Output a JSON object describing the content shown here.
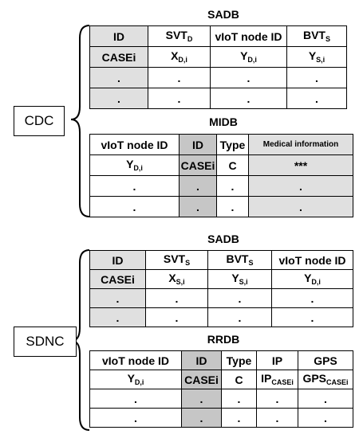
{
  "cdc": {
    "label": "CDC",
    "sadb": {
      "title": "SADB",
      "header": [
        "ID",
        "SVT_D",
        "vIoT node ID",
        "BVT_S"
      ],
      "row1": [
        "CASEi",
        "X_D,i",
        "Y_D,i",
        "Y_S,i"
      ],
      "dot": "."
    },
    "midb": {
      "title": "MIDB",
      "header": [
        "vIoT node ID",
        "ID",
        "Type",
        "Medical information"
      ],
      "row1": [
        "Y_D,i",
        "CASEi",
        "C",
        "***"
      ],
      "dot": "."
    }
  },
  "sdnc": {
    "label": "SDNC",
    "sadb": {
      "title": "SADB",
      "header": [
        "ID",
        "SVT_S",
        "BVT_S",
        "vIoT node ID"
      ],
      "row1": [
        "CASEi",
        "X_S,i",
        "Y_S,i",
        "Y_D,i"
      ],
      "dot": "."
    },
    "rrdb": {
      "title": "RRDB",
      "header": [
        "vIoT node ID",
        "ID",
        "Type",
        "IP",
        "GPS"
      ],
      "row1": [
        "Y_D,i",
        "CASEi",
        "C",
        "IP_CASEi",
        "GPS_CASEi"
      ],
      "dot": "."
    }
  }
}
